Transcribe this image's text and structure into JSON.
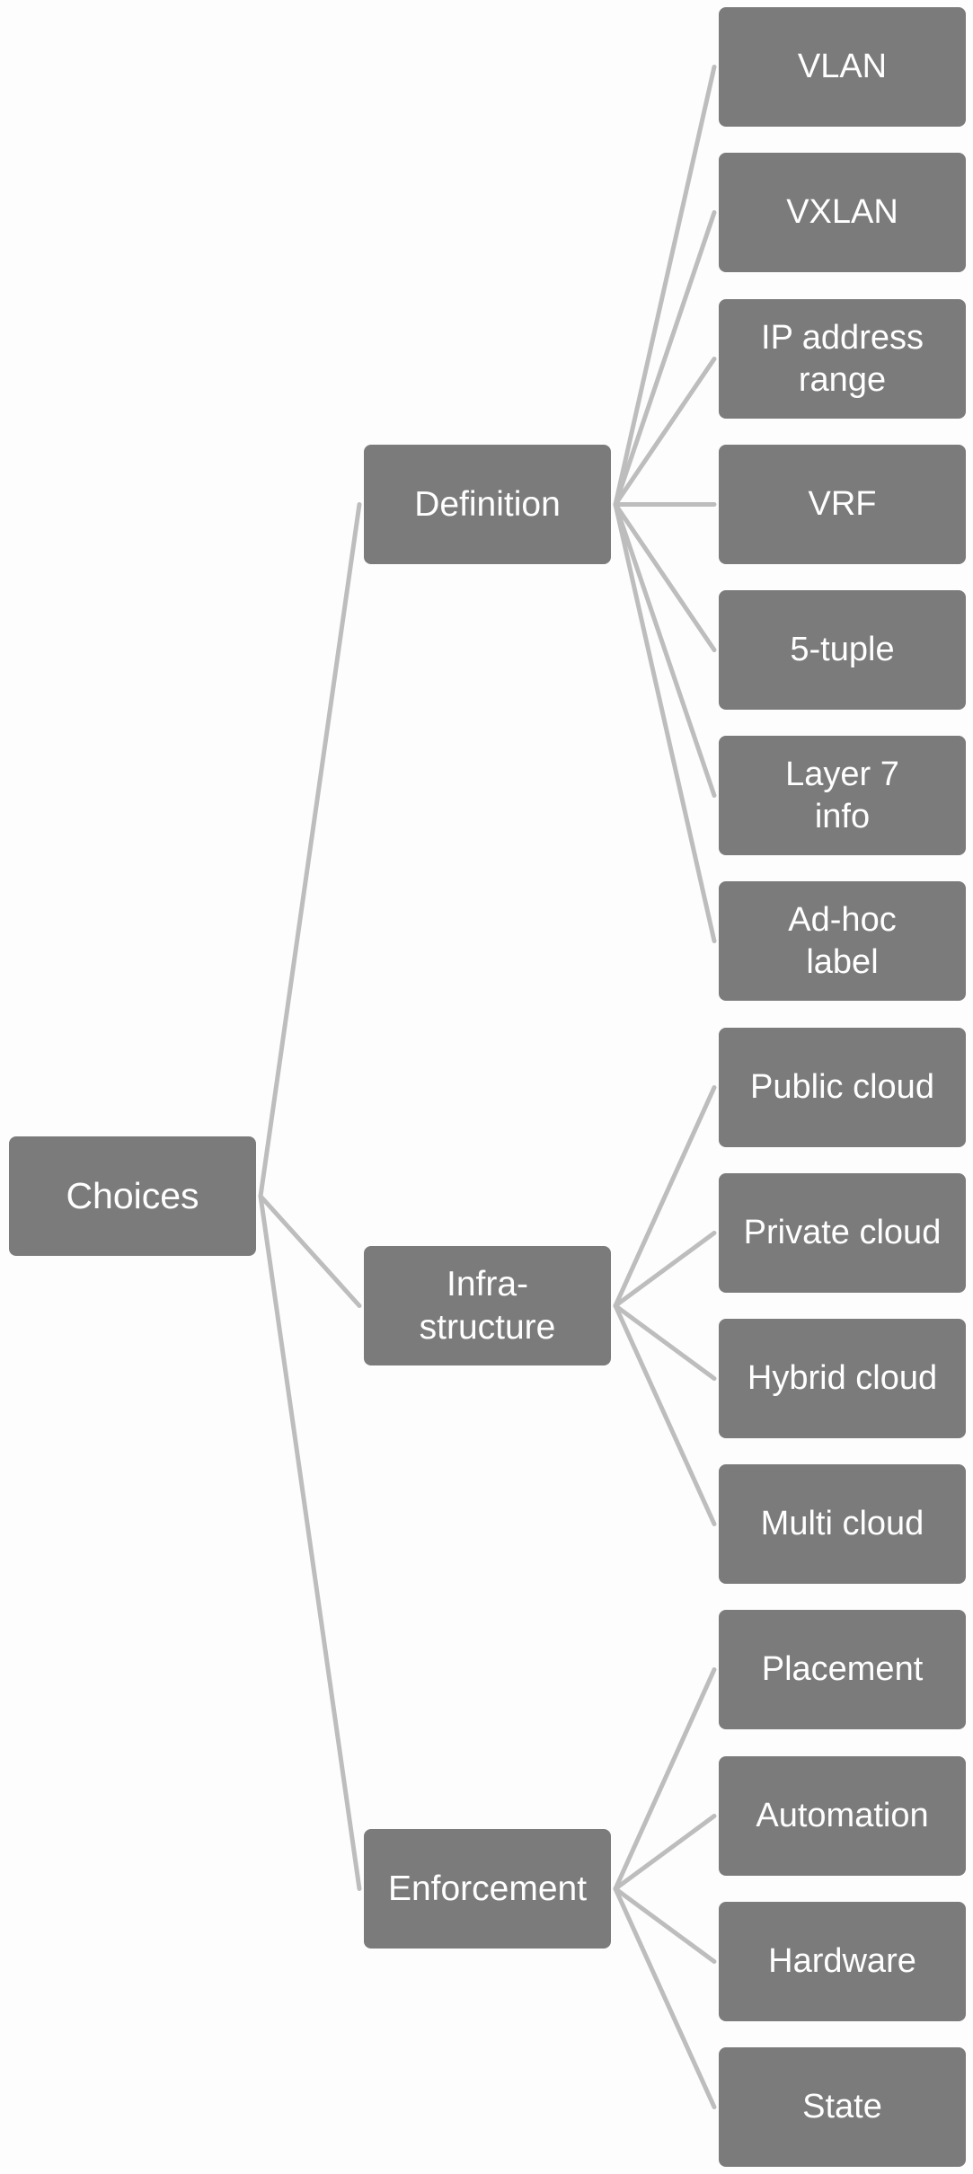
{
  "colors": {
    "node_fill": "#7b7b7b",
    "node_text": "#ffffff",
    "connector": "#bdbdbd",
    "background": "#fdfdfd"
  },
  "root": {
    "label": "Choices"
  },
  "branches": [
    {
      "label": "Definition",
      "leaves": [
        "VLAN",
        "VXLAN",
        "IP address\nrange",
        "VRF",
        "5-tuple",
        "Layer 7\ninfo",
        "Ad-hoc\nlabel"
      ]
    },
    {
      "label": "Infra-\nstructure",
      "leaves": [
        "Public cloud",
        "Private cloud",
        "Hybrid cloud",
        "Multi cloud"
      ]
    },
    {
      "label": "Enforcement",
      "leaves": [
        "Placement",
        "Automation",
        "Hardware",
        "State"
      ]
    }
  ]
}
